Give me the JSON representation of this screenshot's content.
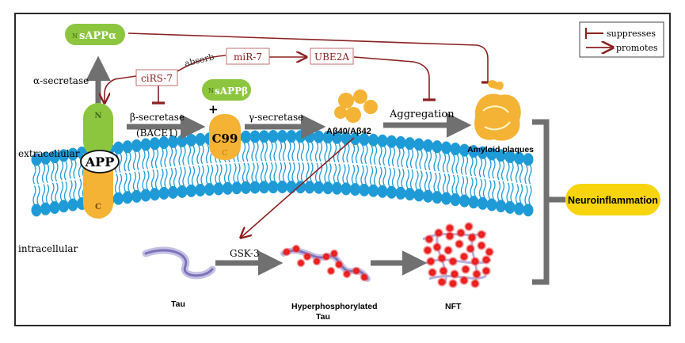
{
  "legend": {
    "suppresses": "suppresses",
    "promotes": "promotes"
  },
  "labels": {
    "sappa": "sAPPα",
    "sappb": "sAPPβ",
    "n_small": "N",
    "alpha_secretase": "α-secretase",
    "beta_secretase": "β-secretase",
    "bace1": "(BACE1)",
    "gamma_secretase": "γ-secretase",
    "cirs7": "ciRS-7",
    "absorb": "absorb",
    "mir7": "miR-7",
    "ube2a": "UBE2A",
    "aggregation": "Aggregation",
    "abeta": "Aβ40/Aβ42",
    "amyloid": "Amyloid plaques",
    "app": "APP",
    "app_n": "N",
    "app_c": "C",
    "c99": "C99",
    "c99_c": "C",
    "plus": "+",
    "extracellular": "extracellular",
    "intracellular": "intracellular",
    "gsk3": "GSK-3",
    "tau": "Tau",
    "hyper_line1": "Hyperphosphorylated",
    "hyper_line2": "Tau",
    "nft": "NFT",
    "neuroinflammation": "Neuroinflammation"
  },
  "colors": {
    "arrow_red": "#8b2020",
    "gray_arrow": "#707070",
    "green": "#8cc63f",
    "orange": "#f5b335",
    "membrane_blue": "#1e9bd7",
    "yellow": "#f8d40c"
  }
}
